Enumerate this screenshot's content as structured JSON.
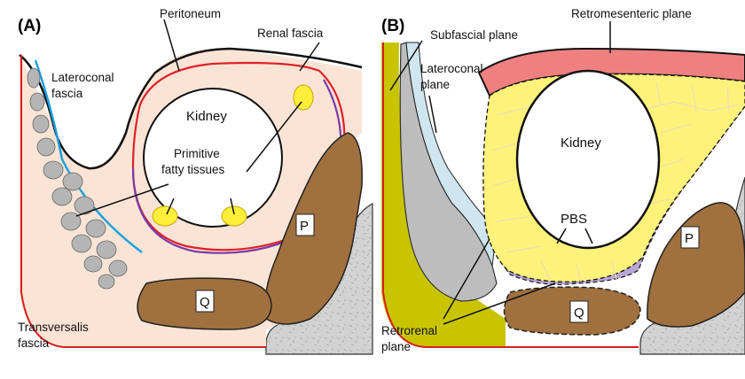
{
  "panel_a": {
    "tag": "(A)",
    "peritoneum": "Peritoneum",
    "renal_fascia": "Renal fascia",
    "lateroconal_fascia_l1": "Lateroconal",
    "lateroconal_fascia_l2": "fascia",
    "kidney": "Kidney",
    "primitive_l1": "Primitive",
    "primitive_l2": "fatty tissues",
    "transversalis_l1": "Transversalis",
    "transversalis_l2": "fascia",
    "p_box": "P",
    "q_box": "Q"
  },
  "panel_b": {
    "tag": "(B)",
    "subfascial_plane": "Subfascial plane",
    "retromesenteric_plane": "Retromesenteric plane",
    "lateroconal_plane_l1": "Lateroconal",
    "lateroconal_plane_l2": "plane",
    "kidney": "Kidney",
    "pbs": "PBS",
    "retrorenal_l1": "Retrorenal",
    "retrorenal_l2": "plane",
    "p_box": "P",
    "q_box": "Q"
  },
  "colors": {
    "peritoneal_fat": "#fbe4d5",
    "muscle_brown": "#a0703e",
    "bone_gray": "#cfcfcf",
    "renal_fascia_red": "#e0202a",
    "fascia_purple": "#7a3aa8",
    "lateroconal_blue": "#1aa0e0",
    "fat_yellow": "#ffee6a",
    "pink_band": "#f08080",
    "lavender": "#b8a6d6",
    "olive": "#c8c400",
    "lightblue": "#cfe6f0"
  }
}
